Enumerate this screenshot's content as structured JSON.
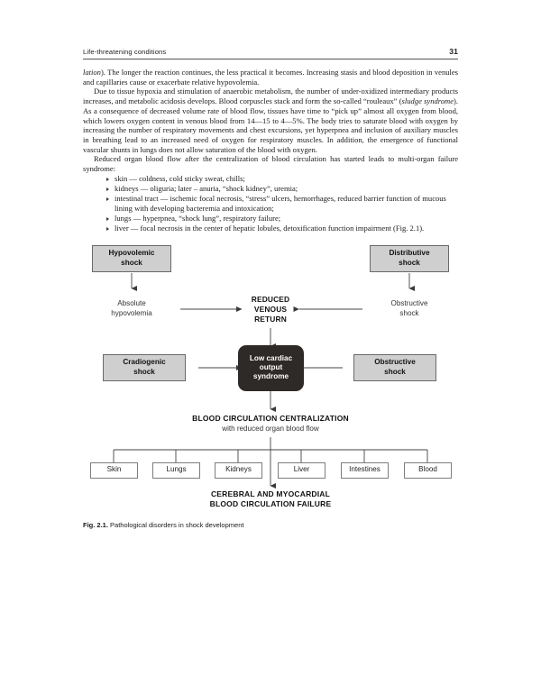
{
  "header": {
    "title": "Life-threatening conditions",
    "page_number": "31"
  },
  "body": {
    "paragraph_1_pre_italic": "",
    "paragraph_1_italic": "lation",
    "paragraph_1": "). The longer the reaction continues, the less practical it becomes. Increasing stasis and blood deposition in venules and capillaries cause or exacerbate relative hypovolemia.",
    "paragraph_2_a": "Due to tissue hypoxia and stimulation of anaerobic metabolism, the number of under-oxidized intermediary products increases, and metabolic acidosis develops. Blood corpuscles stack and form the so-called “rouleaux” (",
    "paragraph_2_italic": "sludge syndrome",
    "paragraph_2_b": "). As a consequence of decreased volume rate of blood flow, tissues have time to “pick up” almost all oxygen from blood, which lowers oxygen content in venous blood from 14—15 to 4—5%. The body tries to saturate blood with oxygen by increasing the number of respiratory movements and chest excursions, yet hyperpnea and inclusion of auxiliary muscles in breathing lead to an increased need of oxygen for respiratory muscles. In addition, the emergence of functional vascular shunts in lungs does not allow saturation of the blood with oxygen.",
    "paragraph_3": "Reduced organ blood flow after the centralization of blood circulation has started leads to multi-organ failure syndrome:",
    "bullets": [
      "skin — coldness, cold sticky sweat, chills;",
      "kidneys — oliguria; later – anuria, “shock kidney”, uremia;",
      "intestinal tract — ischemic focal necrosis, “stress” ulcers, hemorrhages, reduced barrier function of mucous lining with developing bacteremia and intoxication;",
      "lungs — hyperpnea, “shock lung”, respiratory failure;",
      "liver — focal necrosis in the center of hepatic lobules, detoxification function impairment (Fig. 2.1)."
    ]
  },
  "figure": {
    "caption_label": "Fig. 2.1.",
    "caption_text": "Pathological disorders in shock development",
    "nodes": {
      "hypovolemic_shock": "Hypovolemic\nshock",
      "hypovolemic_shock_line1": "Hypovolemic",
      "hypovolemic_shock_line2": "shock",
      "distributive_shock_line1": "Distributive",
      "distributive_shock_line2": "shock",
      "absolute_hypovolemia_line1": "Absolute",
      "absolute_hypovolemia_line2": "hypovolemia",
      "reduced_venous_return_line1": "REDUCED",
      "reduced_venous_return_line2": "VENOUS",
      "reduced_venous_return_line3": "RETURN",
      "obstructive_shock_top_line1": "Obstructive",
      "obstructive_shock_top_line2": "shock",
      "cradiogenic_shock_line1": "Cradiogenic",
      "cradiogenic_shock_line2": "shock",
      "low_cardiac_output_line1": "Low cardiac",
      "low_cardiac_output_line2": "output",
      "low_cardiac_output_line3": "syndrome",
      "obstructive_shock_bottom_line1": "Obstructive",
      "obstructive_shock_bottom_line2": "shock",
      "centralization_title": "BLOOD CIRCULATION CENTRALIZATION",
      "centralization_sub": "with reduced organ blood flow",
      "failure_line1": "CEREBRAL AND MYOCARDIAL",
      "failure_line2": "BLOOD CIRCULATION FAILURE"
    },
    "organs": [
      "Skin",
      "Lungs",
      "Kidneys",
      "Liver",
      "Intestines",
      "Blood"
    ],
    "colors": {
      "grey_box_fill": "#cfcfcf",
      "grey_box_border": "#6a6a6a",
      "black_node_fill": "#2e2a28",
      "white_box_border": "#7d7d7d",
      "connector": "#444444"
    }
  }
}
